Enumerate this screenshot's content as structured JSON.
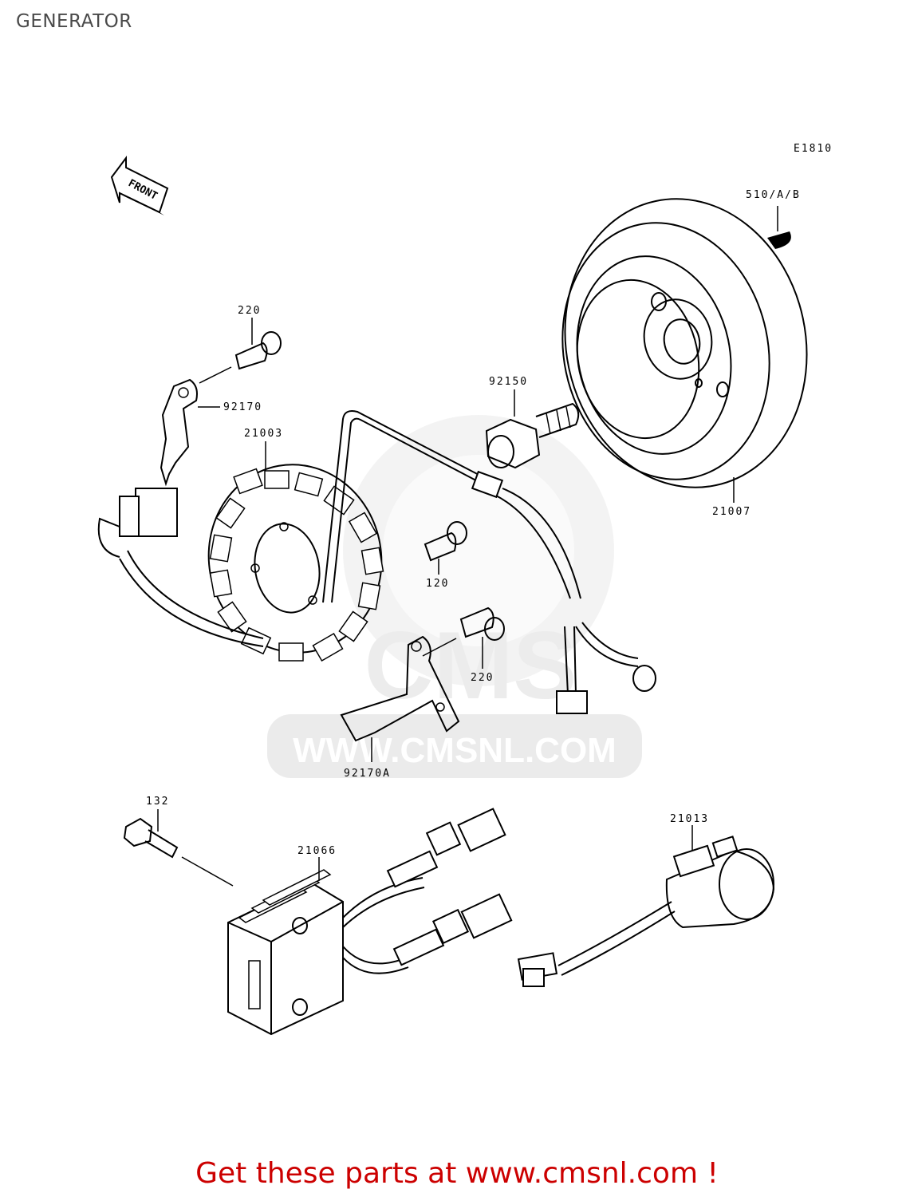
{
  "title": "GENERATOR",
  "diagram_code": "E1810",
  "front_label": "FRONT",
  "watermark": {
    "url_text": "WWW.CMSNL.COM",
    "logo_text": "CMS"
  },
  "parts": [
    {
      "id": "p-510",
      "label": "510/A/B"
    },
    {
      "id": "p-220-top",
      "label": "220"
    },
    {
      "id": "p-92170",
      "label": "92170"
    },
    {
      "id": "p-92150",
      "label": "92150"
    },
    {
      "id": "p-21003",
      "label": "21003"
    },
    {
      "id": "p-21007",
      "label": "21007"
    },
    {
      "id": "p-120",
      "label": "120"
    },
    {
      "id": "p-220-bottom",
      "label": "220"
    },
    {
      "id": "p-92170A",
      "label": "92170A"
    },
    {
      "id": "p-132",
      "label": "132"
    },
    {
      "id": "p-21066",
      "label": "21066"
    },
    {
      "id": "p-21013",
      "label": "21013"
    }
  ],
  "call_to_action": "Get these parts at www.cmsnl.com !"
}
